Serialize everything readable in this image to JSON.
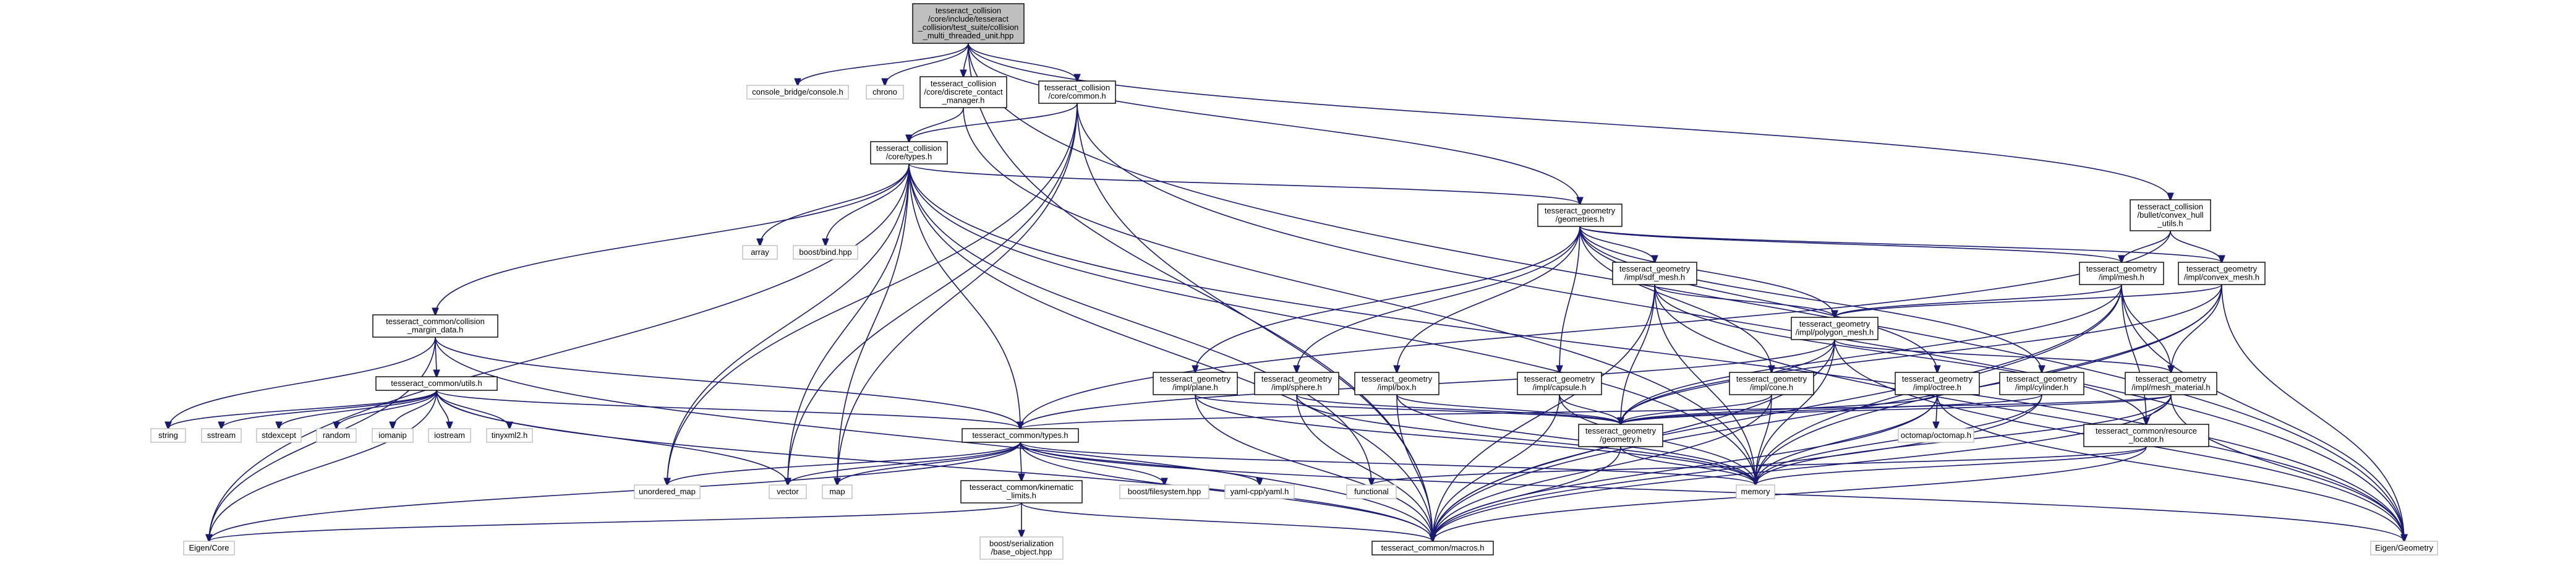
{
  "graph": {
    "edge_color": "#191970",
    "nodes": [
      {
        "id": "root",
        "kind": "root",
        "lines": [
          "tesseract_collision",
          "/core/include/tesseract",
          "_collision/test_suite/collision",
          "_multi_threaded_unit.hpp"
        ]
      },
      {
        "id": "console_bridge",
        "kind": "external",
        "lines": [
          "console_bridge/console.h"
        ]
      },
      {
        "id": "chrono",
        "kind": "external",
        "lines": [
          "chrono"
        ]
      },
      {
        "id": "discrete_contact_manager",
        "kind": "documented",
        "lines": [
          "tesseract_collision",
          "/core/discrete_contact",
          "_manager.h"
        ]
      },
      {
        "id": "core_common",
        "kind": "documented",
        "lines": [
          "tesseract_collision",
          "/core/common.h"
        ]
      },
      {
        "id": "core_types",
        "kind": "documented",
        "lines": [
          "tesseract_collision",
          "/core/types.h"
        ]
      },
      {
        "id": "convex_hull_utils",
        "kind": "documented",
        "lines": [
          "tesseract_collision",
          "/bullet/convex_hull",
          "_utils.h"
        ]
      },
      {
        "id": "array",
        "kind": "external",
        "lines": [
          "array"
        ]
      },
      {
        "id": "boost_bind",
        "kind": "external",
        "lines": [
          "boost/bind.hpp"
        ]
      },
      {
        "id": "geometries",
        "kind": "documented",
        "lines": [
          "tesseract_geometry",
          "/geometries.h"
        ]
      },
      {
        "id": "sdf_mesh",
        "kind": "documented",
        "lines": [
          "tesseract_geometry",
          "/impl/sdf_mesh.h"
        ]
      },
      {
        "id": "mesh",
        "kind": "documented",
        "lines": [
          "tesseract_geometry",
          "/impl/mesh.h"
        ]
      },
      {
        "id": "convex_mesh",
        "kind": "documented",
        "lines": [
          "tesseract_geometry",
          "/impl/convex_mesh.h"
        ]
      },
      {
        "id": "collision_margin",
        "kind": "documented",
        "lines": [
          "tesseract_common/collision",
          "_margin_data.h"
        ]
      },
      {
        "id": "polygon_mesh",
        "kind": "documented",
        "lines": [
          "tesseract_geometry",
          "/impl/polygon_mesh.h"
        ]
      },
      {
        "id": "utils",
        "kind": "documented",
        "lines": [
          "tesseract_common/utils.h"
        ]
      },
      {
        "id": "plane",
        "kind": "documented",
        "lines": [
          "tesseract_geometry",
          "/impl/plane.h"
        ]
      },
      {
        "id": "sphere",
        "kind": "documented",
        "lines": [
          "tesseract_geometry",
          "/impl/sphere.h"
        ]
      },
      {
        "id": "box",
        "kind": "documented",
        "lines": [
          "tesseract_geometry",
          "/impl/box.h"
        ]
      },
      {
        "id": "capsule",
        "kind": "documented",
        "lines": [
          "tesseract_geometry",
          "/impl/capsule.h"
        ]
      },
      {
        "id": "cone",
        "kind": "documented",
        "lines": [
          "tesseract_geometry",
          "/impl/cone.h"
        ]
      },
      {
        "id": "octree",
        "kind": "documented",
        "lines": [
          "tesseract_geometry",
          "/impl/octree.h"
        ]
      },
      {
        "id": "cylinder",
        "kind": "documented",
        "lines": [
          "tesseract_geometry",
          "/impl/cylinder.h"
        ]
      },
      {
        "id": "mesh_material",
        "kind": "documented",
        "lines": [
          "tesseract_geometry",
          "/impl/mesh_material.h"
        ]
      },
      {
        "id": "string",
        "kind": "external",
        "lines": [
          "string"
        ]
      },
      {
        "id": "sstream",
        "kind": "external",
        "lines": [
          "sstream"
        ]
      },
      {
        "id": "stdexcept",
        "kind": "external",
        "lines": [
          "stdexcept"
        ]
      },
      {
        "id": "random",
        "kind": "external",
        "lines": [
          "random"
        ]
      },
      {
        "id": "iomanip",
        "kind": "external",
        "lines": [
          "iomanip"
        ]
      },
      {
        "id": "iostream",
        "kind": "external",
        "lines": [
          "iostream"
        ]
      },
      {
        "id": "tinyxml2",
        "kind": "external",
        "lines": [
          "tinyxml2.h"
        ]
      },
      {
        "id": "common_types",
        "kind": "documented",
        "lines": [
          "tesseract_common/types.h"
        ]
      },
      {
        "id": "geometry_h",
        "kind": "documented",
        "lines": [
          "tesseract_geometry",
          "/geometry.h"
        ]
      },
      {
        "id": "octomap",
        "kind": "external",
        "lines": [
          "octomap/octomap.h"
        ]
      },
      {
        "id": "resource_locator",
        "kind": "documented",
        "lines": [
          "tesseract_common/resource",
          "_locator.h"
        ]
      },
      {
        "id": "unordered_map",
        "kind": "external",
        "lines": [
          "unordered_map"
        ]
      },
      {
        "id": "vector",
        "kind": "external",
        "lines": [
          "vector"
        ]
      },
      {
        "id": "map",
        "kind": "external",
        "lines": [
          "map"
        ]
      },
      {
        "id": "kinematic_limits",
        "kind": "documented",
        "lines": [
          "tesseract_common/kinematic",
          "_limits.h"
        ]
      },
      {
        "id": "boost_filesystem",
        "kind": "external",
        "lines": [
          "boost/filesystem.hpp"
        ]
      },
      {
        "id": "yaml_cpp",
        "kind": "external",
        "lines": [
          "yaml-cpp/yaml.h"
        ]
      },
      {
        "id": "functional",
        "kind": "external",
        "lines": [
          "functional"
        ]
      },
      {
        "id": "memory",
        "kind": "external",
        "lines": [
          "memory"
        ]
      },
      {
        "id": "eigen_core",
        "kind": "external",
        "lines": [
          "Eigen/Core"
        ]
      },
      {
        "id": "boost_serialization",
        "kind": "external",
        "lines": [
          "boost/serialization",
          "/base_object.hpp"
        ]
      },
      {
        "id": "macros",
        "kind": "documented",
        "lines": [
          "tesseract_common/macros.h"
        ]
      },
      {
        "id": "eigen_geometry",
        "kind": "external",
        "lines": [
          "Eigen/Geometry"
        ]
      }
    ],
    "edges": [
      [
        "root",
        "console_bridge"
      ],
      [
        "root",
        "chrono"
      ],
      [
        "root",
        "discrete_contact_manager"
      ],
      [
        "root",
        "core_common"
      ],
      [
        "root",
        "convex_hull_utils"
      ],
      [
        "root",
        "geometries"
      ],
      [
        "root",
        "macros"
      ],
      [
        "root",
        "eigen_geometry"
      ],
      [
        "discrete_contact_manager",
        "core_types"
      ],
      [
        "discrete_contact_manager",
        "memory"
      ],
      [
        "core_common",
        "core_types"
      ],
      [
        "core_common",
        "vector"
      ],
      [
        "core_common",
        "map"
      ],
      [
        "core_common",
        "macros"
      ],
      [
        "core_common",
        "eigen_geometry"
      ],
      [
        "core_common",
        "unordered_map"
      ],
      [
        "core_types",
        "array"
      ],
      [
        "core_types",
        "boost_bind"
      ],
      [
        "core_types",
        "geometries"
      ],
      [
        "core_types",
        "collision_margin"
      ],
      [
        "core_types",
        "common_types"
      ],
      [
        "core_types",
        "unordered_map"
      ],
      [
        "core_types",
        "vector"
      ],
      [
        "core_types",
        "map"
      ],
      [
        "core_types",
        "eigen_core"
      ],
      [
        "core_types",
        "macros"
      ],
      [
        "core_types",
        "functional"
      ],
      [
        "core_types",
        "memory"
      ],
      [
        "core_types",
        "eigen_geometry"
      ],
      [
        "convex_hull_utils",
        "mesh"
      ],
      [
        "convex_hull_utils",
        "convex_mesh"
      ],
      [
        "convex_hull_utils",
        "common_types"
      ],
      [
        "geometries",
        "sdf_mesh"
      ],
      [
        "geometries",
        "mesh"
      ],
      [
        "geometries",
        "convex_mesh"
      ],
      [
        "geometries",
        "polygon_mesh"
      ],
      [
        "geometries",
        "plane"
      ],
      [
        "geometries",
        "sphere"
      ],
      [
        "geometries",
        "box"
      ],
      [
        "geometries",
        "capsule"
      ],
      [
        "geometries",
        "cone"
      ],
      [
        "geometries",
        "octree"
      ],
      [
        "geometries",
        "cylinder"
      ],
      [
        "sdf_mesh",
        "polygon_mesh"
      ],
      [
        "sdf_mesh",
        "geometry_h"
      ],
      [
        "sdf_mesh",
        "eigen_geometry"
      ],
      [
        "sdf_mesh",
        "macros"
      ],
      [
        "sdf_mesh",
        "memory"
      ],
      [
        "sdf_mesh",
        "resource_locator"
      ],
      [
        "mesh",
        "polygon_mesh"
      ],
      [
        "mesh",
        "mesh_material"
      ],
      [
        "mesh",
        "geometry_h"
      ],
      [
        "mesh",
        "eigen_geometry"
      ],
      [
        "mesh",
        "macros"
      ],
      [
        "mesh",
        "memory"
      ],
      [
        "mesh",
        "resource_locator"
      ],
      [
        "convex_mesh",
        "polygon_mesh"
      ],
      [
        "convex_mesh",
        "mesh_material"
      ],
      [
        "convex_mesh",
        "geometry_h"
      ],
      [
        "convex_mesh",
        "eigen_geometry"
      ],
      [
        "convex_mesh",
        "macros"
      ],
      [
        "convex_mesh",
        "memory"
      ],
      [
        "polygon_mesh",
        "geometry_h"
      ],
      [
        "polygon_mesh",
        "common_types"
      ],
      [
        "polygon_mesh",
        "mesh_material"
      ],
      [
        "polygon_mesh",
        "eigen_geometry"
      ],
      [
        "polygon_mesh",
        "macros"
      ],
      [
        "polygon_mesh",
        "memory"
      ],
      [
        "collision_margin",
        "utils"
      ],
      [
        "collision_margin",
        "common_types"
      ],
      [
        "collision_margin",
        "string"
      ],
      [
        "collision_margin",
        "eigen_core"
      ],
      [
        "collision_margin",
        "macros"
      ],
      [
        "utils",
        "string"
      ],
      [
        "utils",
        "sstream"
      ],
      [
        "utils",
        "stdexcept"
      ],
      [
        "utils",
        "random"
      ],
      [
        "utils",
        "iomanip"
      ],
      [
        "utils",
        "iostream"
      ],
      [
        "utils",
        "tinyxml2"
      ],
      [
        "utils",
        "common_types"
      ],
      [
        "utils",
        "eigen_core"
      ],
      [
        "utils",
        "vector"
      ],
      [
        "utils",
        "macros"
      ],
      [
        "plane",
        "geometry_h"
      ],
      [
        "plane",
        "macros"
      ],
      [
        "plane",
        "memory"
      ],
      [
        "sphere",
        "geometry_h"
      ],
      [
        "sphere",
        "macros"
      ],
      [
        "sphere",
        "memory"
      ],
      [
        "box",
        "geometry_h"
      ],
      [
        "box",
        "macros"
      ],
      [
        "box",
        "memory"
      ],
      [
        "capsule",
        "geometry_h"
      ],
      [
        "capsule",
        "macros"
      ],
      [
        "capsule",
        "memory"
      ],
      [
        "cone",
        "geometry_h"
      ],
      [
        "cone",
        "macros"
      ],
      [
        "cone",
        "memory"
      ],
      [
        "octree",
        "geometry_h"
      ],
      [
        "octree",
        "octomap"
      ],
      [
        "octree",
        "macros"
      ],
      [
        "octree",
        "memory"
      ],
      [
        "octree",
        "eigen_geometry"
      ],
      [
        "cylinder",
        "geometry_h"
      ],
      [
        "cylinder",
        "macros"
      ],
      [
        "cylinder",
        "memory"
      ],
      [
        "mesh_material",
        "resource_locator"
      ],
      [
        "mesh_material",
        "common_types"
      ],
      [
        "mesh_material",
        "geometry_h"
      ],
      [
        "mesh_material",
        "eigen_geometry"
      ],
      [
        "mesh_material",
        "macros"
      ],
      [
        "mesh_material",
        "memory"
      ],
      [
        "common_types",
        "unordered_map"
      ],
      [
        "common_types",
        "vector"
      ],
      [
        "common_types",
        "map"
      ],
      [
        "common_types",
        "kinematic_limits"
      ],
      [
        "common_types",
        "boost_filesystem"
      ],
      [
        "common_types",
        "yaml_cpp"
      ],
      [
        "common_types",
        "eigen_core"
      ],
      [
        "common_types",
        "eigen_geometry"
      ],
      [
        "common_types",
        "macros"
      ],
      [
        "common_types",
        "memory"
      ],
      [
        "geometry_h",
        "memory"
      ],
      [
        "geometry_h",
        "macros"
      ],
      [
        "resource_locator",
        "functional"
      ],
      [
        "resource_locator",
        "memory"
      ],
      [
        "resource_locator",
        "macros"
      ],
      [
        "kinematic_limits",
        "boost_serialization"
      ],
      [
        "kinematic_limits",
        "eigen_core"
      ],
      [
        "kinematic_limits",
        "macros"
      ]
    ]
  }
}
